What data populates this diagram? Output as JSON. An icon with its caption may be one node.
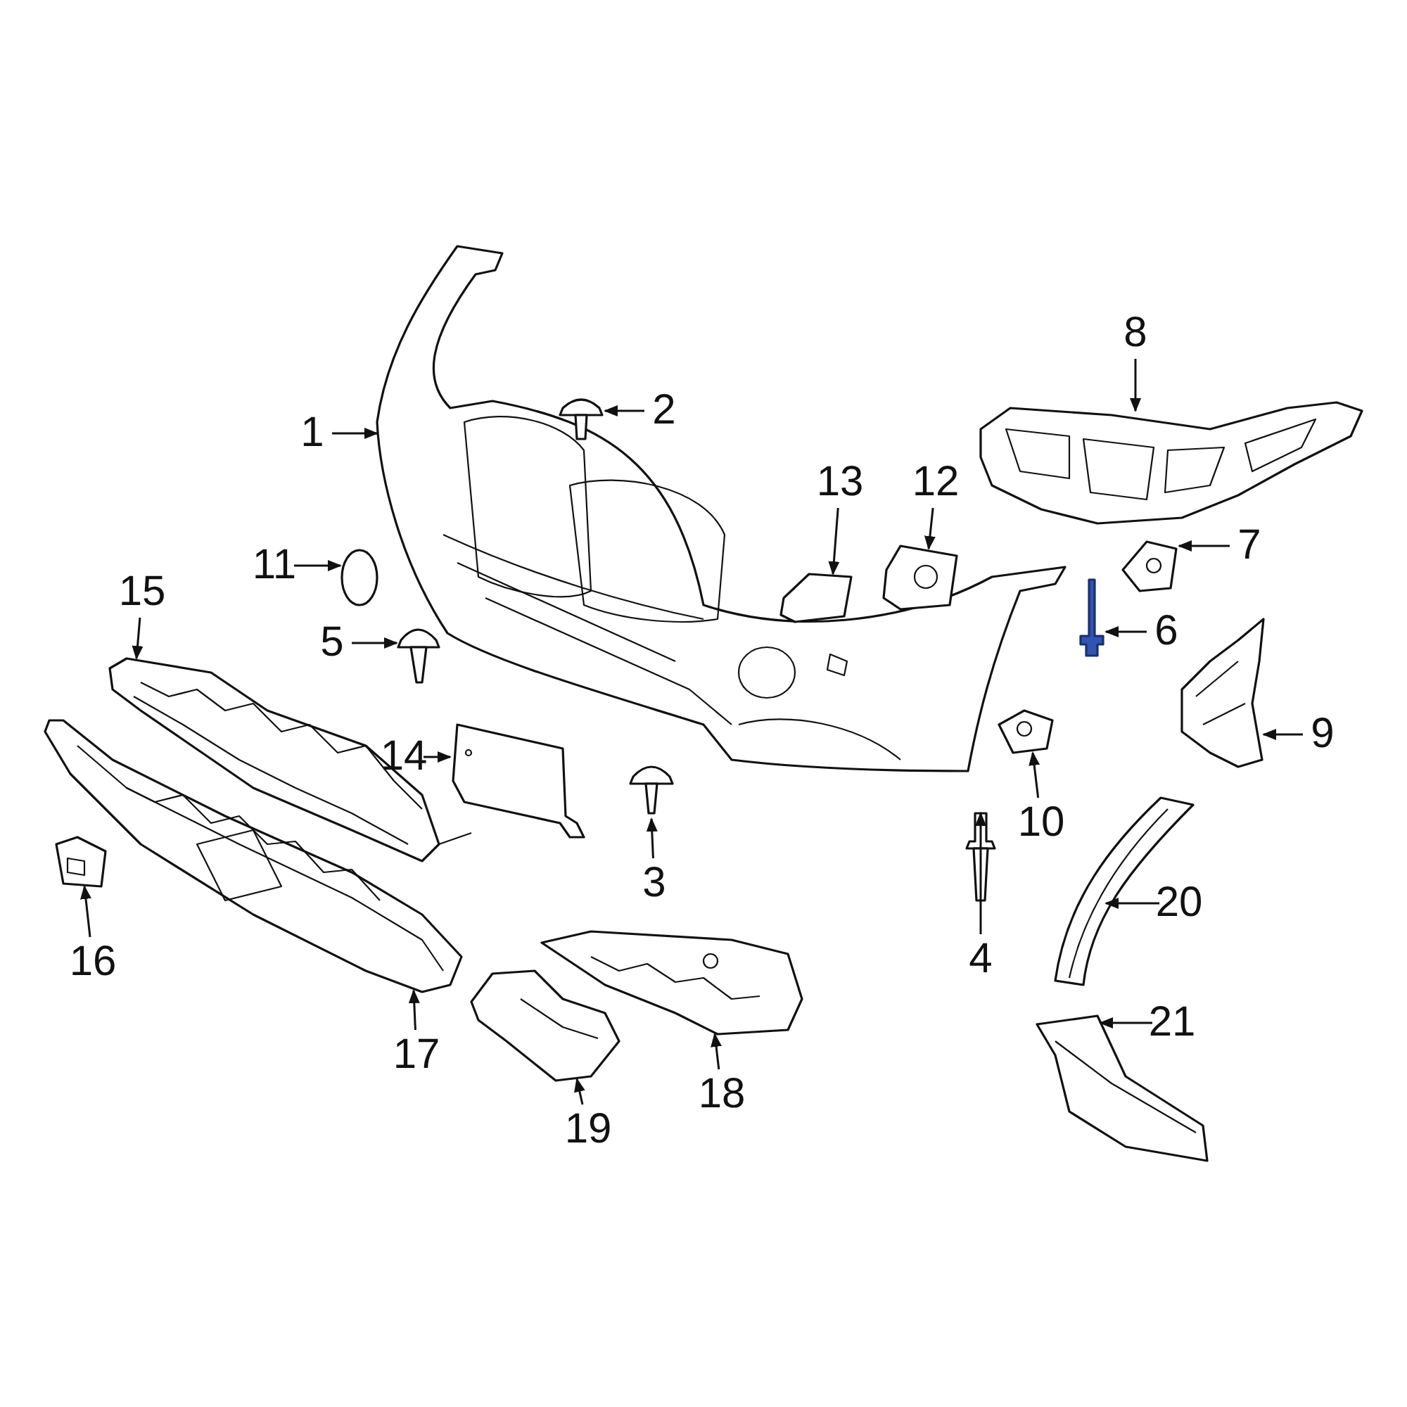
{
  "diagram": {
    "nodes": [
      {
        "text": [
          "1"
        ]
      },
      {
        "text": [
          "2"
        ]
      },
      {
        "text": [
          "3"
        ]
      },
      {
        "text": [
          "4"
        ]
      },
      {
        "text": [
          "5"
        ]
      },
      {
        "text": [
          "6"
        ]
      },
      {
        "text": [
          "7"
        ]
      },
      {
        "text": [
          "8"
        ]
      },
      {
        "text": [
          "9"
        ]
      },
      {
        "text": [
          "10"
        ]
      },
      {
        "text": [
          "11"
        ]
      },
      {
        "text": [
          "12"
        ]
      },
      {
        "text": [
          "13"
        ]
      },
      {
        "text": [
          "14"
        ]
      },
      {
        "text": [
          "15"
        ]
      },
      {
        "text": [
          "16"
        ]
      },
      {
        "text": [
          "17"
        ]
      },
      {
        "text": [
          "18"
        ]
      },
      {
        "text": [
          "19"
        ]
      },
      {
        "text": [
          "20"
        ]
      },
      {
        "text": [
          "21"
        ]
      },
      {
        "text": [],
        "shape": "picture"
      },
      {
        "text": [],
        "shape": "picture"
      },
      {
        "text": [],
        "shape": "picture"
      },
      {
        "text": [],
        "shape": "picture"
      },
      {
        "text": [],
        "shape": "picture"
      },
      {
        "text": [],
        "shape": "picture"
      },
      {
        "text": [],
        "shape": "picture"
      },
      {
        "text": [],
        "shape": "picture"
      },
      {
        "text": [],
        "shape": "picture"
      },
      {
        "text": [],
        "shape": "picture"
      },
      {
        "text": [],
        "shape": "circle"
      },
      {
        "text": [],
        "shape": "picture"
      },
      {
        "text": [],
        "shape": "picture"
      },
      {
        "text": [],
        "shape": "picture"
      },
      {
        "text": [],
        "shape": "picture"
      },
      {
        "text": [],
        "shape": "picture"
      },
      {
        "text": [],
        "shape": "picture"
      },
      {
        "text": [],
        "shape": "picture"
      },
      {
        "text": [],
        "shape": "picture"
      },
      {
        "text": [],
        "shape": "picture"
      },
      {
        "text": [],
        "shape": "picture"
      }
    ],
    "edges": [
      {
        "from": 0,
        "to": 21,
        "arrow": "to"
      },
      {
        "from": 1,
        "to": 22,
        "arrow": "to"
      },
      {
        "from": 2,
        "to": 23,
        "arrow": "to"
      },
      {
        "from": 3,
        "to": 24,
        "arrow": "to"
      },
      {
        "from": 4,
        "to": 25,
        "arrow": "to"
      },
      {
        "from": 5,
        "to": 26,
        "arrow": "to"
      },
      {
        "from": 6,
        "to": 27,
        "arrow": "to"
      },
      {
        "from": 7,
        "to": 28,
        "arrow": "to"
      },
      {
        "from": 8,
        "to": 29,
        "arrow": "to"
      },
      {
        "from": 9,
        "to": 30,
        "arrow": "to"
      },
      {
        "from": 10,
        "to": 31,
        "arrow": "to"
      },
      {
        "from": 11,
        "to": 32,
        "arrow": "to"
      },
      {
        "from": 12,
        "to": 33,
        "arrow": "to"
      },
      {
        "from": 13,
        "to": 34,
        "arrow": "to"
      },
      {
        "from": 14,
        "to": 35,
        "arrow": "to"
      },
      {
        "from": 15,
        "to": 36,
        "arrow": "to"
      },
      {
        "from": 16,
        "to": 37,
        "arrow": "to"
      },
      {
        "from": 17,
        "to": 38,
        "arrow": "to"
      },
      {
        "from": 18,
        "to": 39,
        "arrow": "to"
      },
      {
        "from": 19,
        "to": 40,
        "arrow": "to"
      },
      {
        "from": 20,
        "to": 41,
        "arrow": "to"
      }
    ]
  }
}
